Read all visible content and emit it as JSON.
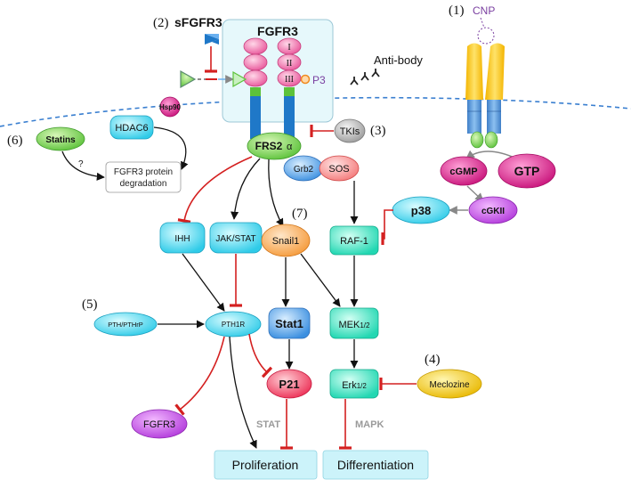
{
  "labels": {
    "n1": "(1)",
    "cnp": "CNP",
    "n2": "(2)",
    "sfgfr3": "sFGFR3",
    "fgfr3_title": "FGFR3",
    "ig1": "I",
    "ig2": "II",
    "ig3": "III",
    "p3": "P3",
    "antibody": "Anti-body",
    "n3": "(3)",
    "tkis": "TKIs",
    "frs2": "FRS2",
    "alpha": "α",
    "grb2": "Grb2",
    "sos": "SOS",
    "n6": "(6)",
    "statins": "Statins",
    "hdac6": "HDAC6",
    "hsp90": "Hsp90",
    "question": "?",
    "degradation_line1": "FGFR3 protein",
    "degradation_line2": "degradation",
    "cgmp": "cGMP",
    "gtp": "GTP",
    "cgkii": "cGKII",
    "p38": "p38",
    "ihh": "IHH",
    "jakstat": "JAK/STAT",
    "n7": "(7)",
    "snail1": "Snail1",
    "raf1": "RAF-1",
    "n5": "(5)",
    "pthrp": "PTH/PTHrP",
    "pth1r": "PTH1R",
    "stat1": "Stat1",
    "mek": "MEK",
    "mek_sub": "1/2",
    "n4": "(4)",
    "p21": "P21",
    "erk": "Erk",
    "erk_sub": "1/2",
    "meclozine": "Meclozine",
    "fgfr3_bottom": "FGFR3",
    "stat_label": "STAT",
    "mapk_label": "MAPK",
    "proliferation": "Proliferation",
    "differentiation": "Differentiation"
  },
  "colors": {
    "activation": "#111111",
    "inhibition": "#d42020",
    "membrane": "#3a7fd0",
    "inhibitor_yellow": "#f0c000",
    "cyan_node": "#3fd4ee",
    "teal_node": "#34e0c0",
    "pink_domain": "#ef6aa8",
    "outcome_fill": "#ccf3fa",
    "purple_text": "#7a3fa0",
    "gray_text": "#9a9a9a"
  }
}
